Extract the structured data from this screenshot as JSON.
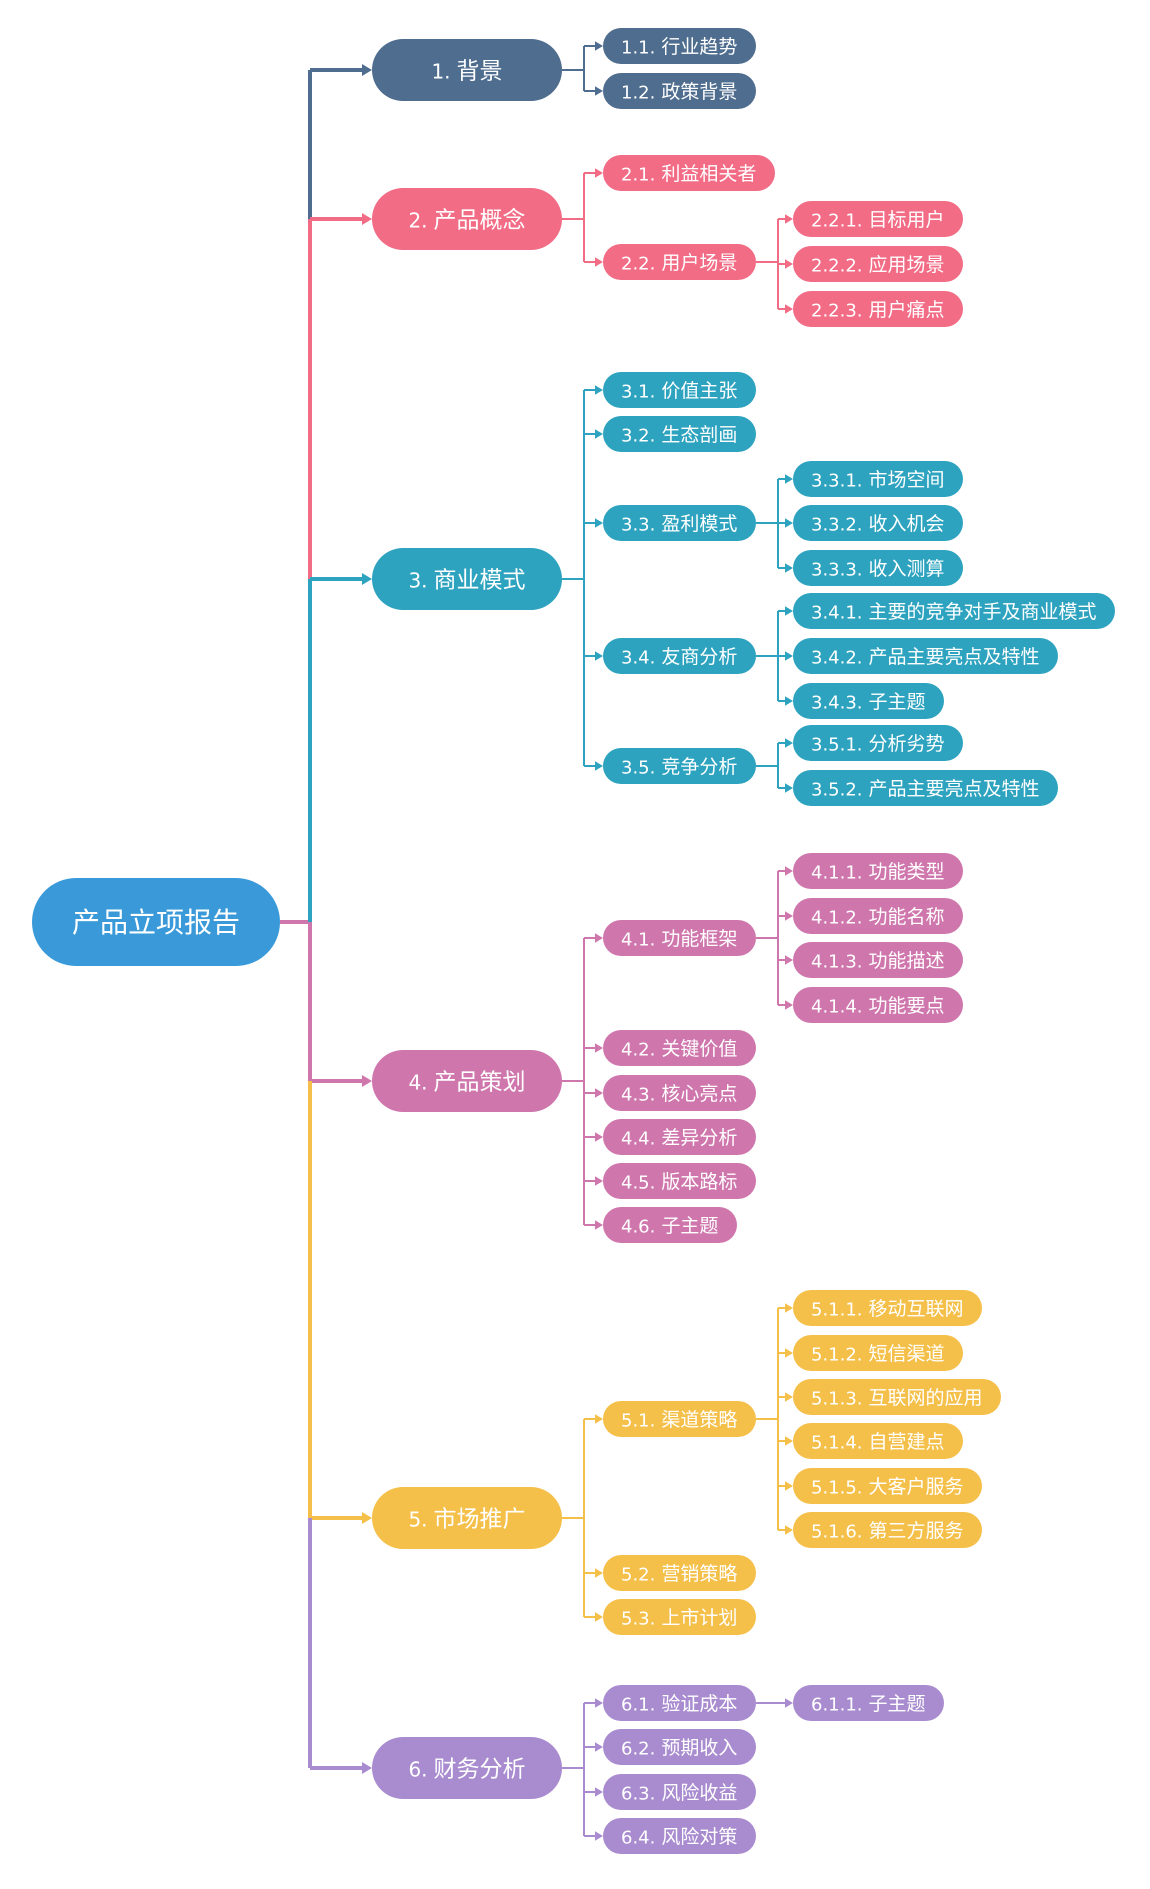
{
  "root": {
    "label": "产品立项报告",
    "color": "#3a9ad9"
  },
  "branches": [
    {
      "num": "1.",
      "label": "背景",
      "color": "#4f6d8f",
      "children": [
        {
          "num": "1.1.",
          "label": "行业趋势",
          "children": []
        },
        {
          "num": "1.2.",
          "label": "政策背景",
          "children": []
        }
      ]
    },
    {
      "num": "2.",
      "label": "产品概念",
      "color": "#f26c86",
      "children": [
        {
          "num": "2.1.",
          "label": "利益相关者",
          "children": []
        },
        {
          "num": "2.2.",
          "label": "用户场景",
          "children": [
            {
              "num": "2.2.1.",
              "label": "目标用户"
            },
            {
              "num": "2.2.2.",
              "label": "应用场景"
            },
            {
              "num": "2.2.3.",
              "label": "用户痛点"
            }
          ]
        }
      ]
    },
    {
      "num": "3.",
      "label": "商业模式",
      "color": "#2ea3bf",
      "children": [
        {
          "num": "3.1.",
          "label": "价值主张",
          "children": []
        },
        {
          "num": "3.2.",
          "label": "生态剖画",
          "children": []
        },
        {
          "num": "3.3.",
          "label": "盈利模式",
          "children": [
            {
              "num": "3.3.1.",
              "label": "市场空间"
            },
            {
              "num": "3.3.2.",
              "label": "收入机会"
            },
            {
              "num": "3.3.3.",
              "label": "收入测算"
            }
          ]
        },
        {
          "num": "3.4.",
          "label": "友商分析",
          "children": [
            {
              "num": "3.4.1.",
              "label": "主要的竞争对手及商业模式"
            },
            {
              "num": "3.4.2.",
              "label": "产品主要亮点及特性"
            },
            {
              "num": "3.4.3.",
              "label": "子主题"
            }
          ]
        },
        {
          "num": "3.5.",
          "label": "竞争分析",
          "children": [
            {
              "num": "3.5.1.",
              "label": "分析劣势"
            },
            {
              "num": "3.5.2.",
              "label": "产品主要亮点及特性"
            }
          ]
        }
      ]
    },
    {
      "num": "4.",
      "label": "产品策划",
      "color": "#cf77ad",
      "children": [
        {
          "num": "4.1.",
          "label": "功能框架",
          "children": [
            {
              "num": "4.1.1.",
              "label": "功能类型"
            },
            {
              "num": "4.1.2.",
              "label": "功能名称"
            },
            {
              "num": "4.1.3.",
              "label": "功能描述"
            },
            {
              "num": "4.1.4.",
              "label": "功能要点"
            }
          ]
        },
        {
          "num": "4.2.",
          "label": "关键价值",
          "children": []
        },
        {
          "num": "4.3.",
          "label": "核心亮点",
          "children": []
        },
        {
          "num": "4.4.",
          "label": "差异分析",
          "children": []
        },
        {
          "num": "4.5.",
          "label": "版本路标",
          "children": []
        },
        {
          "num": "4.6.",
          "label": "子主题",
          "children": []
        }
      ]
    },
    {
      "num": "5.",
      "label": "市场推广",
      "color": "#f5c04a",
      "children": [
        {
          "num": "5.1.",
          "label": "渠道策略",
          "children": [
            {
              "num": "5.1.1.",
              "label": "移动互联网"
            },
            {
              "num": "5.1.2.",
              "label": "短信渠道"
            },
            {
              "num": "5.1.3.",
              "label": "互联网的应用"
            },
            {
              "num": "5.1.4.",
              "label": "自营建点"
            },
            {
              "num": "5.1.5.",
              "label": "大客户服务"
            },
            {
              "num": "5.1.6.",
              "label": "第三方服务"
            }
          ]
        },
        {
          "num": "5.2.",
          "label": "营销策略",
          "children": []
        },
        {
          "num": "5.3.",
          "label": "上市计划",
          "children": []
        }
      ]
    },
    {
      "num": "6.",
      "label": "财务分析",
      "color": "#a98ccf",
      "children": [
        {
          "num": "6.1.",
          "label": "验证成本",
          "children": [
            {
              "num": "6.1.1.",
              "label": "子主题"
            }
          ]
        },
        {
          "num": "6.2.",
          "label": "预期收入",
          "children": []
        },
        {
          "num": "6.3.",
          "label": "风险收益",
          "children": []
        },
        {
          "num": "6.4.",
          "label": "风险对策",
          "children": []
        }
      ]
    }
  ]
}
